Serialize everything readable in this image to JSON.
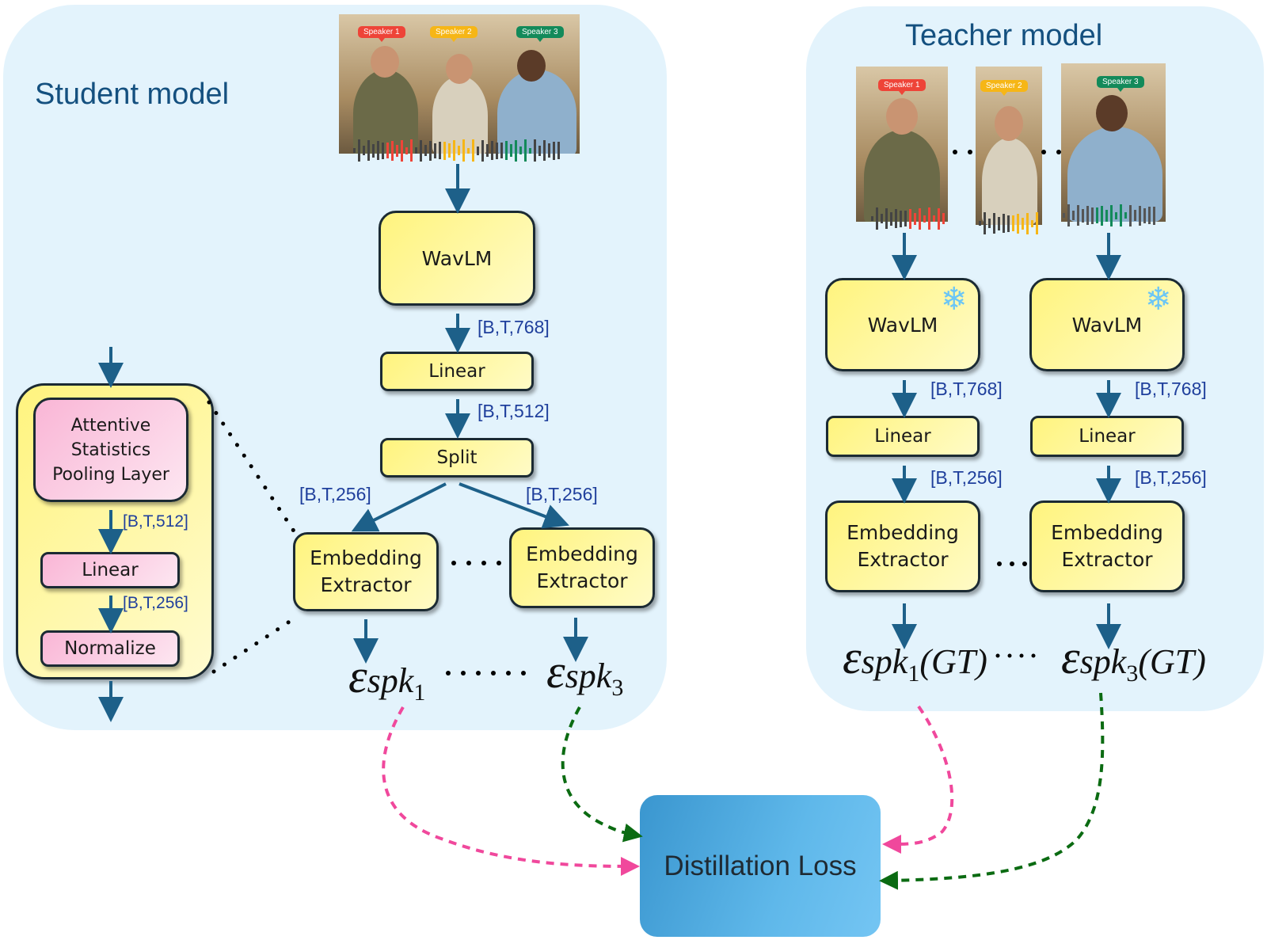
{
  "student": {
    "title": "Student model",
    "input_speakers": [
      "Speaker 1",
      "Speaker 2",
      "Speaker 3"
    ],
    "blocks": {
      "wavlm": "WavLM",
      "linear": "Linear",
      "split": "Split",
      "embedding_extractor_1": "Embedding Extractor",
      "embedding_extractor_3": "Embedding Extractor"
    },
    "dims": {
      "after_wavlm": "[B,T,768]",
      "after_linear": "[B,T,512]",
      "split_left": "[B,T,256]",
      "split_right": "[B,T,256]"
    },
    "outputs": [
      {
        "symbol": "ε",
        "sub": "spk",
        "index": "1"
      },
      {
        "symbol": "ε",
        "sub": "spk",
        "index": "3"
      }
    ],
    "extractor_detail": {
      "pooling": "Attentive Statistics Pooling Layer",
      "dim_after_pooling": "[B,T,512]",
      "linear": "Linear",
      "dim_after_linear": "[B,T,256]",
      "normalize": "Normalize"
    }
  },
  "teacher": {
    "title": "Teacher model",
    "input_speakers": [
      "Speaker 1",
      "Speaker 2",
      "Speaker 3"
    ],
    "branches": [
      {
        "wavlm": "WavLM",
        "frozen_icon": "snowflake-icon",
        "dim_after_wavlm": "[B,T,768]",
        "linear": "Linear",
        "dim_after_linear": "[B,T,256]",
        "extractor": "Embedding Extractor",
        "output": {
          "symbol": "ε",
          "sub": "spk",
          "index": "1",
          "suffix": "(GT)"
        }
      },
      {
        "wavlm": "WavLM",
        "frozen_icon": "snowflake-icon",
        "dim_after_wavlm": "[B,T,768]",
        "linear": "Linear",
        "dim_after_linear": "[B,T,256]",
        "extractor": "Embedding Extractor",
        "output": {
          "symbol": "ε",
          "sub": "spk",
          "index": "3",
          "suffix": "(GT)"
        }
      }
    ]
  },
  "loss": {
    "label": "Distillation Loss"
  },
  "colors": {
    "panel_bg": "#e3f3fc",
    "title": "#14507f",
    "block_yellow": "#fff47e",
    "block_pink": "#f9b6d6",
    "dim_text": "#1f3f9c",
    "arrow": "#1d6089",
    "speaker1": "#ee4438",
    "speaker2": "#f6b616",
    "speaker3": "#138a5a",
    "link_spk1": "#f0489c",
    "link_spk3": "#0b6b12",
    "loss_box": "#4aa8de"
  }
}
